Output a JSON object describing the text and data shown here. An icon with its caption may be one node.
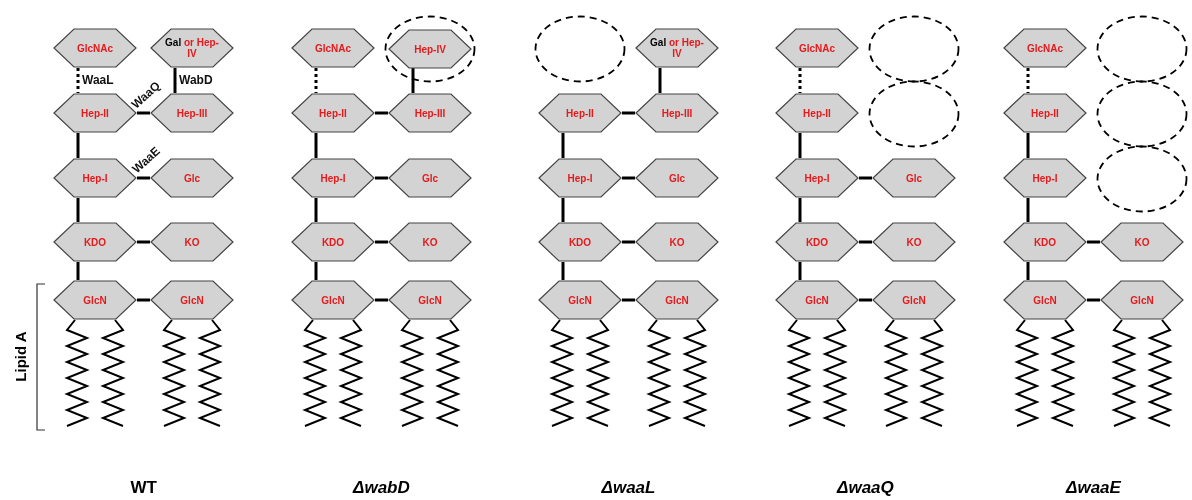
{
  "diagram": {
    "nodes": [
      {
        "text": [
          "GlcNAc"
        ]
      },
      {
        "text": [
          "Gal",
          "or Hep-IV"
        ]
      },
      {
        "text": [
          "Hep-II"
        ]
      },
      {
        "text": [
          "Hep-III"
        ]
      },
      {
        "text": [
          "Hep-I"
        ]
      },
      {
        "text": [
          "Glc"
        ]
      },
      {
        "text": [
          "KDO"
        ]
      },
      {
        "text": [
          "KO"
        ]
      },
      {
        "text": [
          "GlcN"
        ]
      },
      {
        "text": [
          "GlcN"
        ]
      },
      {
        "text": [
          "GlcNAc"
        ]
      },
      {
        "text": [],
        "shape": "circle"
      },
      {
        "text": [
          "Hep-IV"
        ],
        "in": 11
      },
      {
        "text": [
          "Hep-II"
        ]
      },
      {
        "text": [
          "Hep-III"
        ]
      },
      {
        "text": [
          "Hep-I"
        ]
      },
      {
        "text": [
          "Glc"
        ]
      },
      {
        "text": [
          "KDO"
        ]
      },
      {
        "text": [
          "KO"
        ]
      },
      {
        "text": [
          "GlcN"
        ]
      },
      {
        "text": [
          "GlcN"
        ]
      },
      {
        "text": [],
        "shape": "circle"
      },
      {
        "text": [
          "Gal",
          "or Hep-IV"
        ]
      },
      {
        "text": [
          "Hep-II"
        ]
      },
      {
        "text": [
          "Hep-III"
        ]
      },
      {
        "text": [
          "Hep-I"
        ]
      },
      {
        "text": [
          "Glc"
        ]
      },
      {
        "text": [
          "KDO"
        ]
      },
      {
        "text": [
          "KO"
        ]
      },
      {
        "text": [
          "GlcN"
        ]
      },
      {
        "text": [
          "GlcN"
        ]
      },
      {
        "text": [
          "GlcNAc"
        ]
      },
      {
        "text": [],
        "shape": "circle"
      },
      {
        "text": [
          "Hep-II"
        ]
      },
      {
        "text": [],
        "shape": "circle"
      },
      {
        "text": [
          "Hep-I"
        ]
      },
      {
        "text": [
          "Glc"
        ]
      },
      {
        "text": [
          "KDO"
        ]
      },
      {
        "text": [
          "KO"
        ]
      },
      {
        "text": [
          "GlcN"
        ]
      },
      {
        "text": [
          "GlcN"
        ]
      },
      {
        "text": [
          "GlcNAc"
        ]
      },
      {
        "text": [],
        "shape": "circle"
      },
      {
        "text": [
          "Hep-II"
        ]
      },
      {
        "text": [],
        "shape": "circle"
      },
      {
        "text": [
          "Hep-I"
        ]
      },
      {
        "text": [],
        "shape": "circle"
      },
      {
        "text": [
          "KDO"
        ]
      },
      {
        "text": [
          "KO"
        ]
      },
      {
        "text": [
          "GlcN"
        ]
      },
      {
        "text": [
          "GlcN"
        ]
      }
    ],
    "edges": [
      {
        "from": 0,
        "to": 2,
        "arrow": "none",
        "style": "dashed",
        "label": "WaaL"
      },
      {
        "from": 1,
        "to": 3,
        "arrow": "none",
        "label": "WabD"
      },
      {
        "from": 2,
        "to": 3,
        "arrow": "none",
        "label": "WaaQ"
      },
      {
        "from": 2,
        "to": 4,
        "arrow": "none"
      },
      {
        "from": 4,
        "to": 5,
        "arrow": "none",
        "label": "WaaE"
      },
      {
        "from": 4,
        "to": 6,
        "arrow": "none"
      },
      {
        "from": 6,
        "to": 7,
        "arrow": "none"
      },
      {
        "from": 6,
        "to": 8,
        "arrow": "none"
      },
      {
        "from": 8,
        "to": 9,
        "arrow": "none"
      },
      {
        "from": 10,
        "to": 13,
        "arrow": "none",
        "style": "dashed"
      },
      {
        "from": 12,
        "to": 14,
        "arrow": "none"
      },
      {
        "from": 13,
        "to": 14,
        "arrow": "none"
      },
      {
        "from": 13,
        "to": 15,
        "arrow": "none"
      },
      {
        "from": 15,
        "to": 16,
        "arrow": "none"
      },
      {
        "from": 15,
        "to": 17,
        "arrow": "none"
      },
      {
        "from": 17,
        "to": 18,
        "arrow": "none"
      },
      {
        "from": 17,
        "to": 19,
        "arrow": "none"
      },
      {
        "from": 19,
        "to": 20,
        "arrow": "none"
      },
      {
        "from": 22,
        "to": 24,
        "arrow": "none"
      },
      {
        "from": 23,
        "to": 24,
        "arrow": "none"
      },
      {
        "from": 23,
        "to": 25,
        "arrow": "none"
      },
      {
        "from": 25,
        "to": 26,
        "arrow": "none"
      },
      {
        "from": 25,
        "to": 27,
        "arrow": "none"
      },
      {
        "from": 27,
        "to": 28,
        "arrow": "none"
      },
      {
        "from": 27,
        "to": 29,
        "arrow": "none"
      },
      {
        "from": 29,
        "to": 30,
        "arrow": "none"
      },
      {
        "from": 31,
        "to": 33,
        "arrow": "none",
        "style": "dashed"
      },
      {
        "from": 33,
        "to": 35,
        "arrow": "none"
      },
      {
        "from": 35,
        "to": 36,
        "arrow": "none"
      },
      {
        "from": 35,
        "to": 37,
        "arrow": "none"
      },
      {
        "from": 37,
        "to": 38,
        "arrow": "none"
      },
      {
        "from": 37,
        "to": 39,
        "arrow": "none"
      },
      {
        "from": 39,
        "to": 40,
        "arrow": "none"
      },
      {
        "from": 41,
        "to": 43,
        "arrow": "none",
        "style": "dashed"
      },
      {
        "from": 43,
        "to": 45,
        "arrow": "none"
      },
      {
        "from": 45,
        "to": 47,
        "arrow": "none"
      },
      {
        "from": 47,
        "to": 48,
        "arrow": "none"
      },
      {
        "from": 47,
        "to": 49,
        "arrow": "none"
      },
      {
        "from": 49,
        "to": 50,
        "arrow": "none"
      }
    ],
    "labels": [
      "Lipid A",
      "WT",
      "ΔwabD",
      "ΔwaaL",
      "ΔwaaQ",
      "ΔwaaE"
    ]
  }
}
